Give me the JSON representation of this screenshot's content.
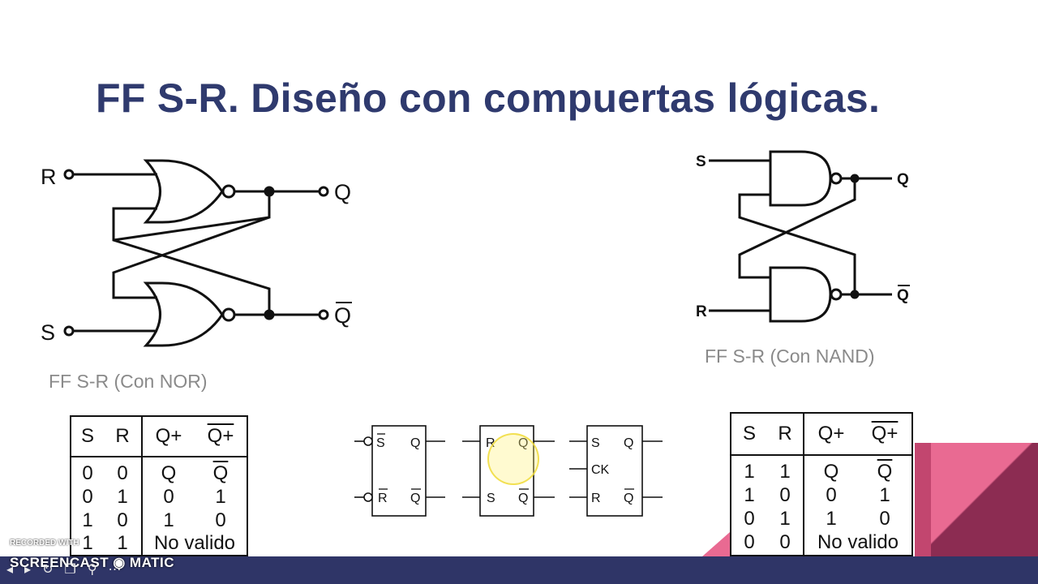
{
  "slide": {
    "title": "FF S-R. Diseño con compuertas lógicas.",
    "nor_caption": "FF S-R (Con NOR)",
    "nand_caption": "FF S-R (Con NAND)"
  },
  "nor_circuit": {
    "in_top": "R",
    "in_bottom": "S",
    "out_top": "Q",
    "out_bottom": "Q"
  },
  "nand_circuit": {
    "in_top": "S",
    "in_bottom": "R",
    "out_top": "Q",
    "out_bottom": "Q"
  },
  "symbols": [
    {
      "top_left": "S",
      "top_right": "Q",
      "bottom_left": "R",
      "bottom_right": "Q"
    },
    {
      "top_left": "R",
      "top_right": "Q",
      "bottom_left": "S",
      "bottom_right": "Q"
    },
    {
      "top_left": "S",
      "top_right": "Q",
      "middle_left": "CK",
      "bottom_left": "R",
      "bottom_right": "Q"
    }
  ],
  "nor_table": {
    "headers": [
      "S",
      "R",
      "Q+",
      "Q+"
    ],
    "rows": [
      [
        "0",
        "0",
        "Q",
        "Q"
      ],
      [
        "0",
        "1",
        "0",
        "1"
      ],
      [
        "1",
        "0",
        "1",
        "0"
      ],
      [
        "1",
        "1",
        "No valido"
      ]
    ]
  },
  "nand_table": {
    "headers": [
      "S",
      "R",
      "Q+",
      "Q+"
    ],
    "rows": [
      [
        "1",
        "1",
        "Q",
        "Q"
      ],
      [
        "1",
        "0",
        "0",
        "1"
      ],
      [
        "0",
        "1",
        "1",
        "0"
      ],
      [
        "0",
        "0",
        "No valido"
      ]
    ]
  },
  "overlay": {
    "recorded": "RECORDED WITH",
    "brand": "SCREENCAST",
    "brand2": "MATIC"
  },
  "colors": {
    "title": "#2f3a6e",
    "bar": "#2f3567",
    "accent_pink": "#e96a92",
    "accent_wine": "#8c2c52"
  }
}
